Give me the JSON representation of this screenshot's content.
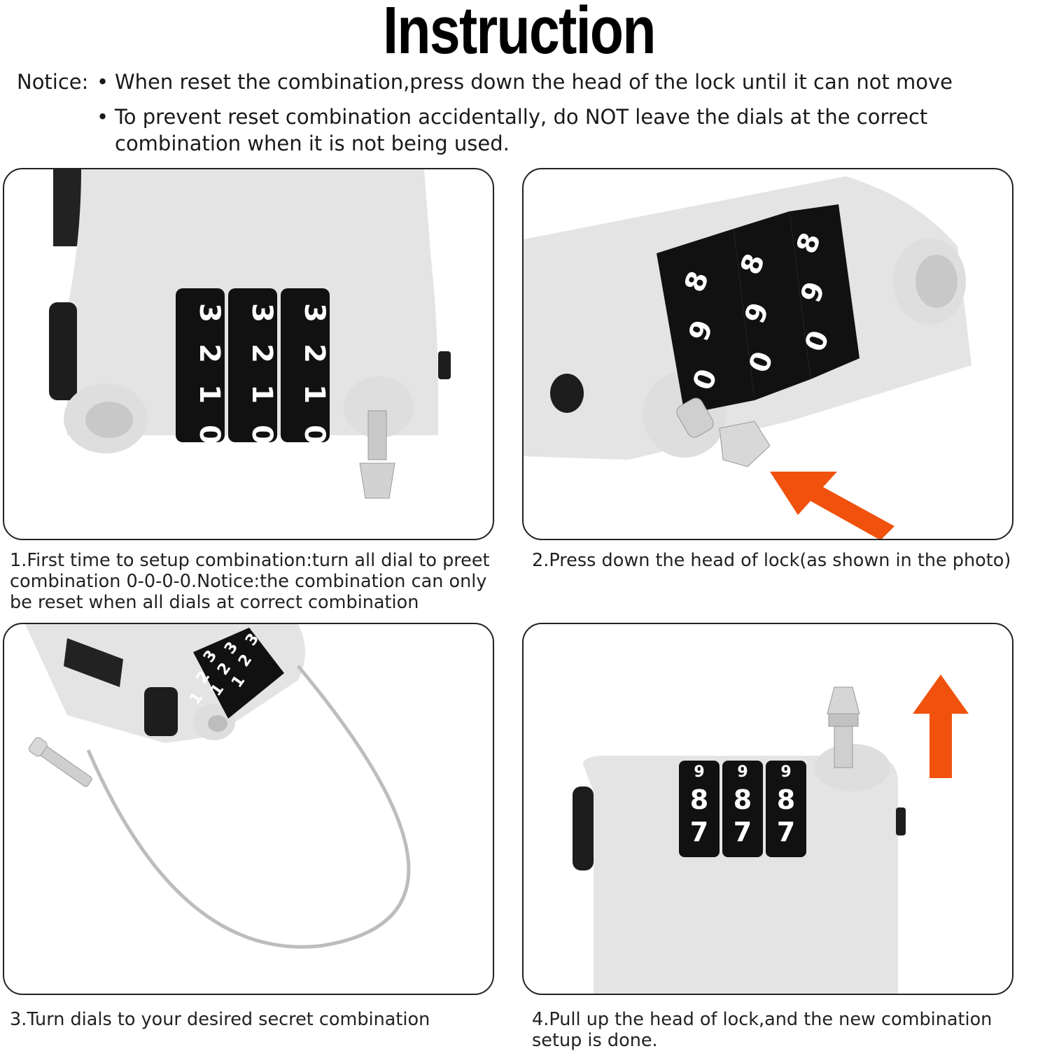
{
  "title": "Instruction",
  "notice": {
    "label": "Notice:",
    "bullets": [
      "When reset the combination,press down the head of the lock until it can not move",
      "To prevent reset combination accidentally, do NOT leave the dials at the correct combination when it is not being used."
    ],
    "bullet_glyph": "•"
  },
  "steps": [
    {
      "caption": "1.First time to setup combination:turn all dial to preet combination 0-0-0-0.Notice:the combination can only be reset when all dials at correct combination",
      "dials": [
        "3",
        "2",
        "1",
        "0"
      ]
    },
    {
      "caption": "2.Press down the head of lock(as shown in the photo)",
      "dials": [
        "8",
        "9",
        "0"
      ],
      "arrow_color": "#f0520e"
    },
    {
      "caption": "3.Turn dials to your desired secret combination",
      "dials": [
        "3",
        "2",
        "1"
      ]
    },
    {
      "caption": "4.Pull up the head of lock,and the new combination setup is done.",
      "dials": [
        "9",
        "8",
        "7"
      ],
      "arrow_color": "#f0520e"
    }
  ],
  "colors": {
    "lock_body": "#e4e4e4",
    "dial": "#111111",
    "border": "#222222",
    "arrow": "#f0520e"
  }
}
